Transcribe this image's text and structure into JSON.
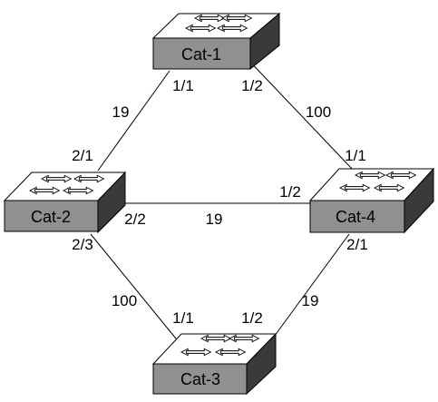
{
  "switches": {
    "cat1": {
      "name": "Cat-1"
    },
    "cat2": {
      "name": "Cat-2"
    },
    "cat3": {
      "name": "Cat-3"
    },
    "cat4": {
      "name": "Cat-4"
    }
  },
  "links": {
    "cat1_cat2": {
      "cost": "19",
      "cat1_port": "1/1",
      "cat2_port": "2/1"
    },
    "cat1_cat4": {
      "cost": "100",
      "cat1_port": "1/2",
      "cat4_port": "1/1"
    },
    "cat2_cat4": {
      "cost": "19",
      "cat2_port": "2/2",
      "cat4_port": "1/2"
    },
    "cat2_cat3": {
      "cost": "100",
      "cat2_port": "2/3",
      "cat3_port": "1/1"
    },
    "cat3_cat4": {
      "cost": "19",
      "cat3_port": "1/2",
      "cat4_port": "2/1"
    }
  }
}
